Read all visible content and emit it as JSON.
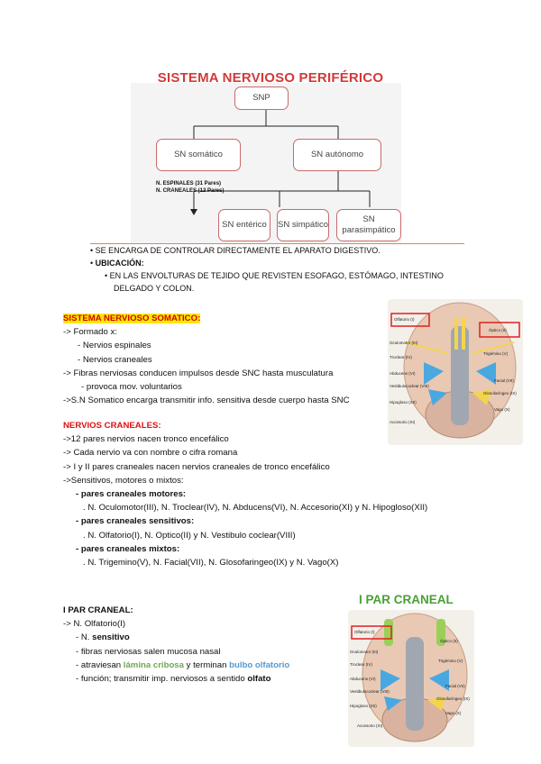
{
  "title": "SISTEMA NERVIOSO PERIFÉRICO",
  "diagram": {
    "snp": "SNP",
    "somatico": "SN somático",
    "autonomo": "SN autónomo",
    "espinales": "N. ESPINALES (31 Pares)",
    "craneales": "N. CRANEALES (12 Pares)",
    "enterico": "SN entérico",
    "simpatico": "SN simpático",
    "parasimpatico": "SN parasimpático"
  },
  "bullets": {
    "b1": "SE ENCARGA DE CONTROLAR DIRECTAMENTE EL APARATO DIGESTIVO.",
    "b2": "UBICACIÓN:",
    "b3": "EN LAS ENVOLTURAS DE TEJIDO QUE REVISTEN ESOFAGO, ESTÓMAGO, INTESTINO",
    "b3b": "DELGADO Y COLON."
  },
  "somatico": {
    "heading": "SISTEMA NERVIOSO SOMATICO:",
    "l1": "-> Formado x:",
    "l2": "- Nervios espinales",
    "l3": "- Nervios craneales",
    "l4": "-> Fibras nerviosas conducen impulsos desde SNC hasta musculatura",
    "l5": "- provoca mov. voluntarios",
    "l6": "->S.N Somatico encarga transmitir info. sensitiva desde cuerpo hasta SNC"
  },
  "craneales": {
    "heading": "NERVIOS CRANEALES:",
    "l1": "->12 pares nervios nacen tronco encefálico",
    "l2": "-> Cada nervio va con nombre o cifra romana",
    "l3": "-> I y II pares craneales nacen nervios craneales de tronco encefálico",
    "l4": "->Sensitivos, motores o mixtos:",
    "motores_h": "- pares craneales motores:",
    "motores": ". N. Oculomotor(III), N. Troclear(IV), N. Abducens(VI), N. Accesorio(XI) y N. Hipogloso(XII)",
    "sensitivos_h": "- pares craneales sensitivos:",
    "sensitivos": ". N. Olfatorio(I), N. Optico(II) y N. Vestibulo coclear(VIII)",
    "mixtos_h": "- pares craneales mixtos:",
    "mixtos": ". N. Trigemino(V), N. Facial(VII), N. Glosofaringeo(IX) y N. Vago(X)"
  },
  "par1": {
    "heading": "I PAR CRANEAL:",
    "l1": "-> N. Olfatorio(I)",
    "l2_pre": "- N. ",
    "l2_b": "sensitivo",
    "l3": "- fibras nerviosas salen mucosa nasal",
    "l4_pre": "- atraviesan ",
    "l4_green": "lámina cribosa",
    "l4_mid": " y terminan ",
    "l4_blue": "bulbo olfatorio",
    "l5_pre": "- función; transmitir imp. nerviosos a sentido ",
    "l5_b": "olfato",
    "img_title": "I PAR CRANEAL"
  },
  "brain_labels": {
    "olfatorio": "Olfatorio (I)",
    "optico": "Óptico (II)",
    "oculomotor": "Oculomotor (III)",
    "troclear": "Troclear (IV)",
    "trigemino": "Trigémino (V)",
    "abducens": "Abducens (VI)",
    "facial": "Facial (VII)",
    "vestibulo": "Vestibulococlear (VIII)",
    "glosofaringeo": "Glosofaríngeo (IX)",
    "hipogloso": "Hipogloso (XII)",
    "vago": "Vago (X)",
    "accesorio": "Accesorio (XI)"
  }
}
